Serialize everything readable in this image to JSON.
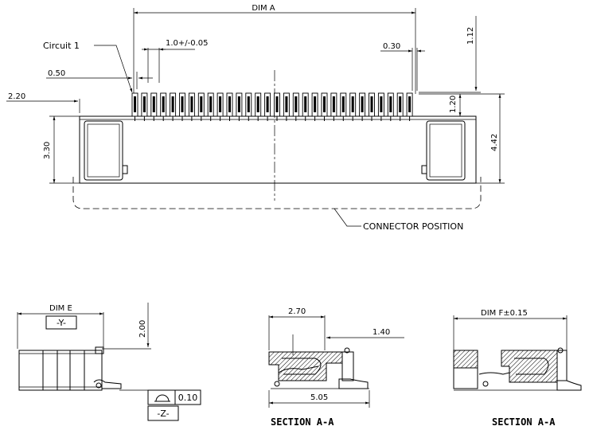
{
  "top_view": {
    "dim_a": "DIM A",
    "circuit_label": "Circuit 1",
    "pitch_tol": "1.0+/-0.05",
    "pin_width": "0.30",
    "pitch": "0.50",
    "offset": "2.20",
    "height_left": "3.30",
    "pin_height": "1.12",
    "depth": "1.20",
    "total_height": "4.42",
    "connector_position": "CONNECTOR POSITION"
  },
  "side_view": {
    "dim_e": "DIM E",
    "datum_y": "-Y-",
    "height": "2.00",
    "flatness": "0.10",
    "datum_z": "-Z-"
  },
  "section_1": {
    "dim_270": "2.70",
    "dim_140": "1.40",
    "dim_505": "5.05",
    "title": "SECTION A-A"
  },
  "section_2": {
    "dim_f": "DIM F±0.15",
    "title": "SECTION A-A"
  }
}
